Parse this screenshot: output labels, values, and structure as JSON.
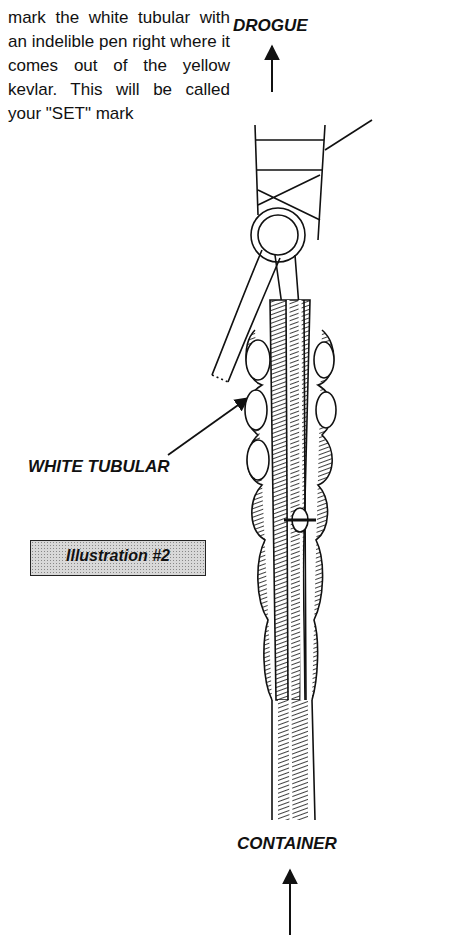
{
  "diagram": {
    "nodes": [
      {
        "text": [
          "Illustration #2"
        ]
      }
    ],
    "labels": [
      "mark the white tubular with an indelible pen right where it comes out of the yellow kevlar. This will be called your \"SET\" mark",
      "DROGUE",
      "WHITE TUBULAR",
      "CONTAINER"
    ]
  }
}
